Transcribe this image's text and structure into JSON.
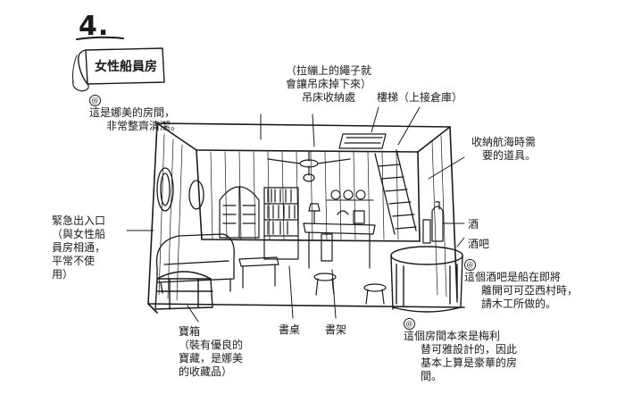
{
  "page": {
    "number": "4.",
    "title": "女性船員房"
  },
  "notes": {
    "nami_room": {
      "mark": "@",
      "lines": [
        "這是娜美的房間，",
        "非常整齊清潔。"
      ]
    },
    "hammock_rope": {
      "lines": [
        "（拉繃上的繩子就",
        "會讓吊床掉下來）",
        "吊床收納處"
      ]
    },
    "ladder": "樓梯（上接倉庫）",
    "nav_storage": {
      "lines": [
        "收納航海時需",
        "要的道具。"
      ]
    },
    "emergency_exit": {
      "lines": [
        "緊急出入口",
        "（與女性船",
        "員房相通，",
        "平常不使",
        "用）"
      ]
    },
    "liquor": "酒",
    "bar": "酒吧",
    "bar_note": {
      "mark": "@",
      "lines": [
        "這個酒吧是船在即將",
        "離開可可亞西村時，",
        "請木工所做的。"
      ]
    },
    "treasure_chest": {
      "lines": [
        "寶箱",
        "（裝有優良的",
        "寶藏，是娜美",
        "的收藏品）"
      ]
    },
    "desk": "書桌",
    "bookshelf": "書架",
    "room_origin": {
      "mark": "@",
      "lines": [
        "這個房間本來是梅利",
        "替可雅設計的，因此",
        "基本上算是豪華的房",
        "間。"
      ]
    }
  },
  "colors": {
    "ink": "#1a1a1a",
    "paper": "#ffffff"
  }
}
